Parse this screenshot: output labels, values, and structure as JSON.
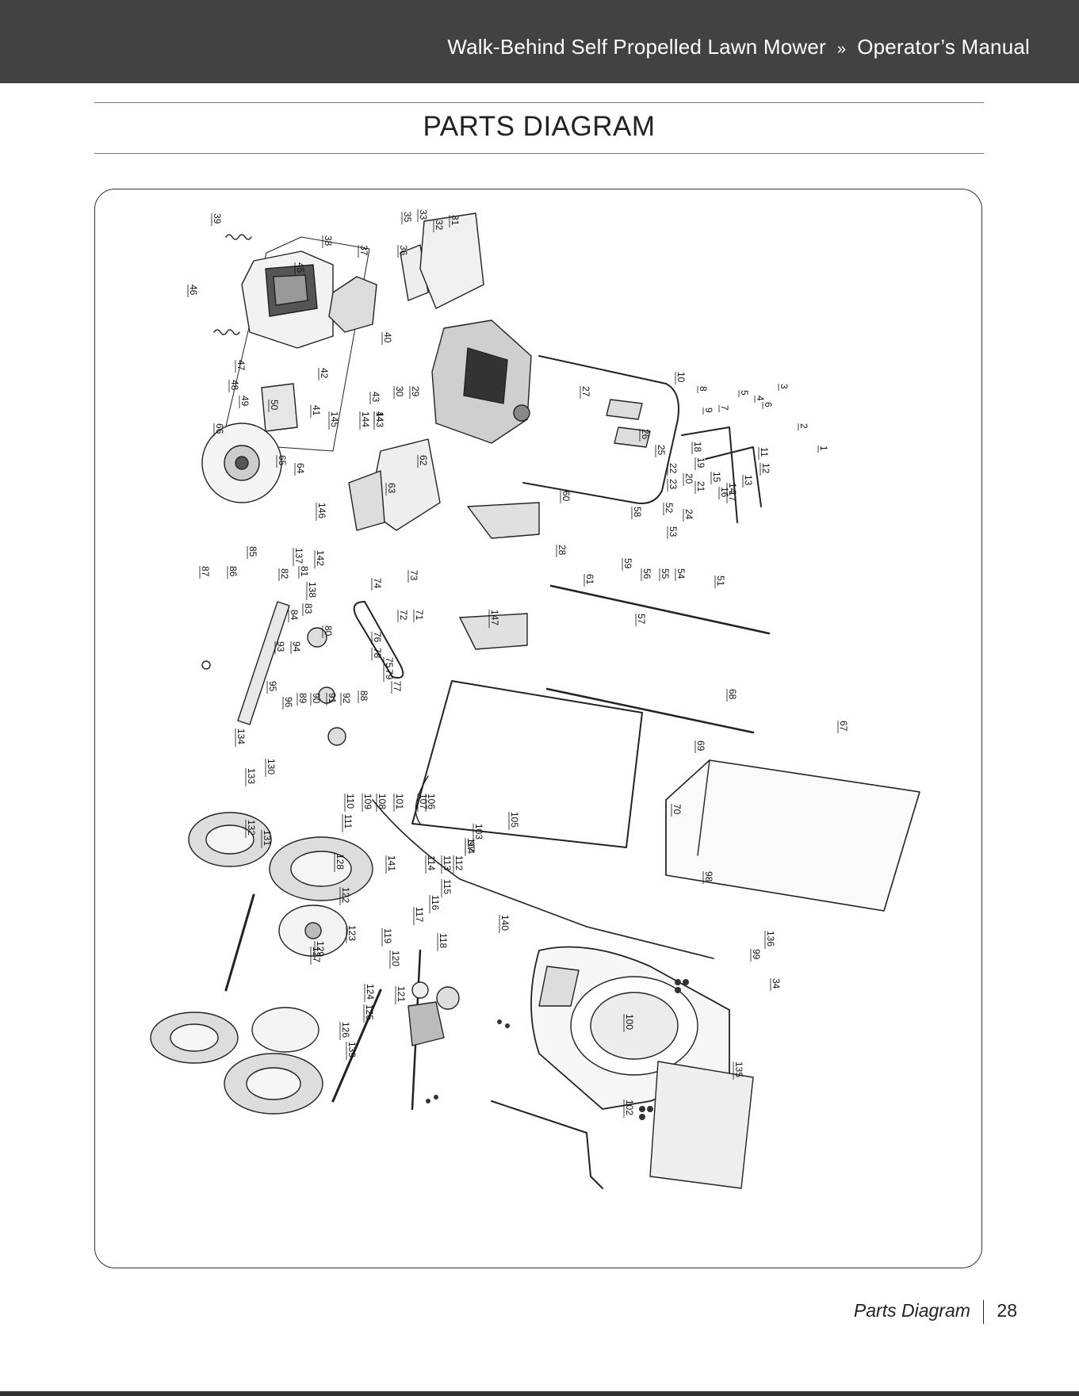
{
  "header": {
    "product": "Walk-Behind Self Propelled Lawn Mower",
    "separator": "»",
    "manual": "Operator’s Manual"
  },
  "page_title": "PARTS DIAGRAM",
  "diagram": {
    "callouts": [
      "1",
      "2",
      "3",
      "4",
      "5",
      "6",
      "7",
      "8",
      "9",
      "10",
      "11",
      "12",
      "13",
      "14",
      "15",
      "16",
      "17",
      "18",
      "19",
      "20",
      "21",
      "22",
      "23",
      "24",
      "25",
      "26",
      "27",
      "28",
      "29",
      "30",
      "31",
      "32",
      "33",
      "34",
      "35",
      "36",
      "37",
      "38",
      "39",
      "40",
      "41",
      "42",
      "43",
      "44",
      "45",
      "46",
      "47",
      "48",
      "49",
      "50",
      "51",
      "52",
      "53",
      "54",
      "55",
      "56",
      "57",
      "58",
      "59",
      "60",
      "61",
      "62",
      "63",
      "64",
      "65",
      "66",
      "67",
      "68",
      "69",
      "70",
      "71",
      "72",
      "73",
      "74",
      "75",
      "76",
      "77",
      "78",
      "79",
      "80",
      "81",
      "82",
      "83",
      "84",
      "85",
      "86",
      "87",
      "88",
      "89",
      "90",
      "91",
      "92",
      "93",
      "94",
      "95",
      "96",
      "97",
      "98",
      "99",
      "100",
      "101",
      "102",
      "103",
      "104",
      "105",
      "106",
      "107",
      "108",
      "109",
      "110",
      "111",
      "112",
      "113",
      "114",
      "115",
      "116",
      "117",
      "118",
      "119",
      "120",
      "121",
      "122",
      "123",
      "124",
      "125",
      "126",
      "127",
      "128",
      "129",
      "130",
      "131",
      "132",
      "133",
      "134",
      "135",
      "136",
      "137",
      "138",
      "139",
      "140",
      "141",
      "142",
      "143",
      "144",
      "145",
      "146",
      "147"
    ]
  },
  "footer": {
    "section": "Parts Diagram",
    "page_number": "28"
  }
}
